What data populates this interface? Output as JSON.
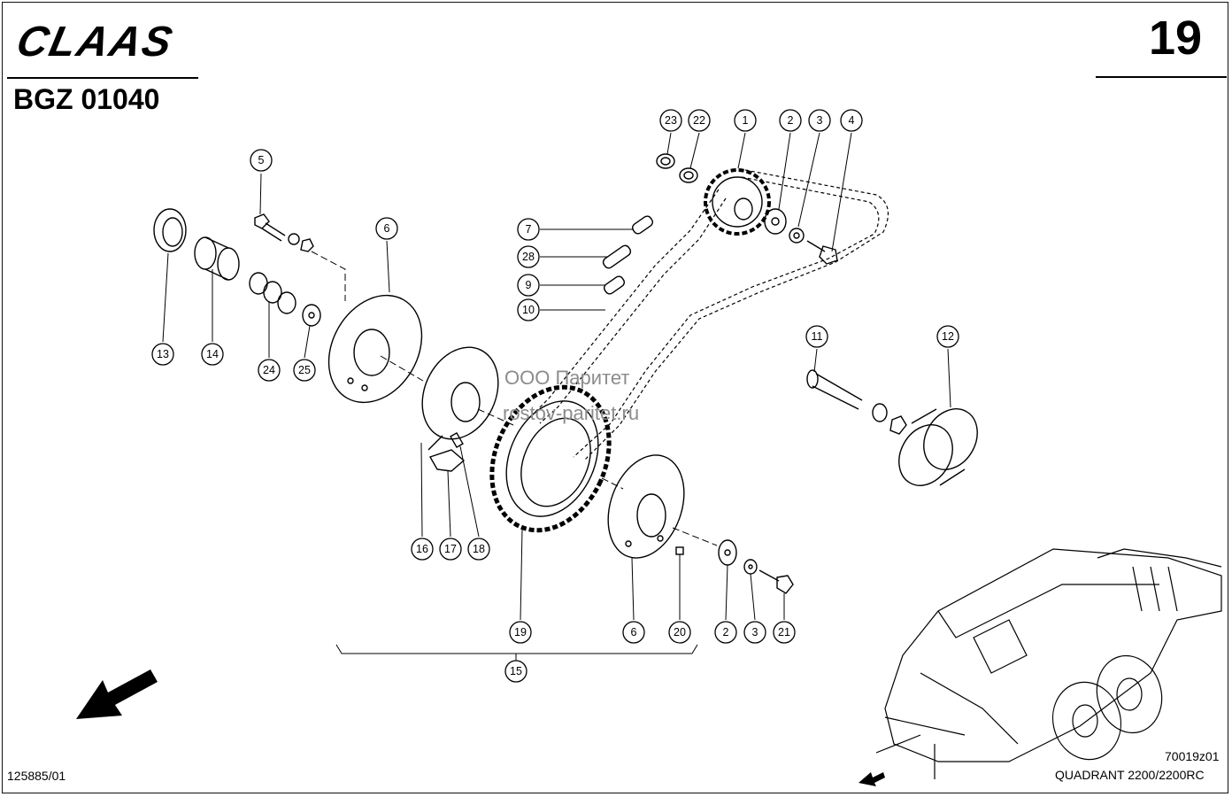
{
  "header": {
    "brand": "CLAAS",
    "page_number": "19",
    "doc_code": "BGZ 01040"
  },
  "watermark": {
    "line1": "ООО Паритет",
    "line2": "rostov-paritet.ru"
  },
  "footer": {
    "sheet_id": "125885/01",
    "figure_code": "70019z01",
    "model": "QUADRANT 2200/2200RC"
  },
  "callouts": [
    {
      "id": "c1",
      "label": "1"
    },
    {
      "id": "c2a",
      "label": "2"
    },
    {
      "id": "c3a",
      "label": "3"
    },
    {
      "id": "c4",
      "label": "4"
    },
    {
      "id": "c5",
      "label": "5"
    },
    {
      "id": "c6a",
      "label": "6"
    },
    {
      "id": "c7",
      "label": "7"
    },
    {
      "id": "c28",
      "label": "28"
    },
    {
      "id": "c9",
      "label": "9"
    },
    {
      "id": "c10",
      "label": "10"
    },
    {
      "id": "c11",
      "label": "11"
    },
    {
      "id": "c12",
      "label": "12"
    },
    {
      "id": "c13",
      "label": "13"
    },
    {
      "id": "c14",
      "label": "14"
    },
    {
      "id": "c24",
      "label": "24"
    },
    {
      "id": "c25",
      "label": "25"
    },
    {
      "id": "c23",
      "label": "23"
    },
    {
      "id": "c22",
      "label": "22"
    },
    {
      "id": "c16",
      "label": "16"
    },
    {
      "id": "c17",
      "label": "17"
    },
    {
      "id": "c18",
      "label": "18"
    },
    {
      "id": "c19",
      "label": "19"
    },
    {
      "id": "c6b",
      "label": "6"
    },
    {
      "id": "c20",
      "label": "20"
    },
    {
      "id": "c2b",
      "label": "2"
    },
    {
      "id": "c3b",
      "label": "3"
    },
    {
      "id": "c21",
      "label": "21"
    },
    {
      "id": "c15",
      "label": "15"
    }
  ]
}
